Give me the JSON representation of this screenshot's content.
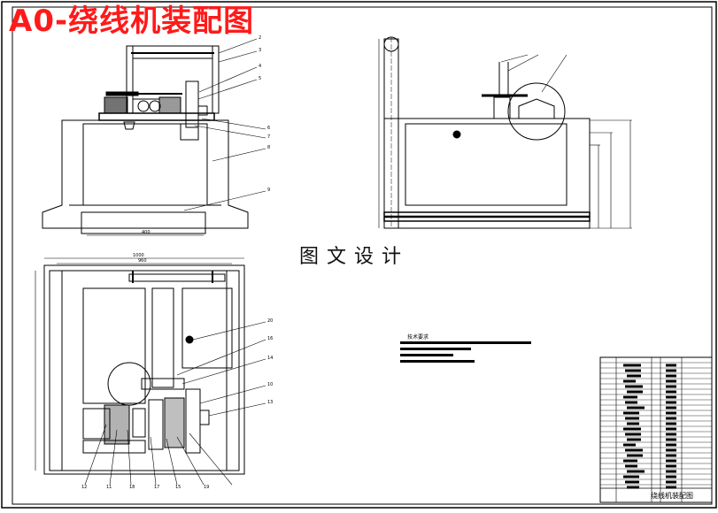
{
  "title": "A0-绕线机装配图",
  "watermark": "图文设计",
  "title_block": {
    "name": "绕线机装配图"
  },
  "tech_requirements": {
    "title": "技术要求"
  },
  "colors": {
    "title": "#ff1a1a",
    "line": "#000000",
    "paper": "#ffffff"
  },
  "front_view": {
    "callouts": [
      "2",
      "3",
      "4",
      "5",
      "6",
      "7",
      "8",
      "9"
    ]
  },
  "top_view": {
    "callouts": [
      "20",
      "16",
      "14",
      "10",
      "13",
      "12",
      "11",
      "18",
      "17",
      "15",
      "19"
    ]
  }
}
